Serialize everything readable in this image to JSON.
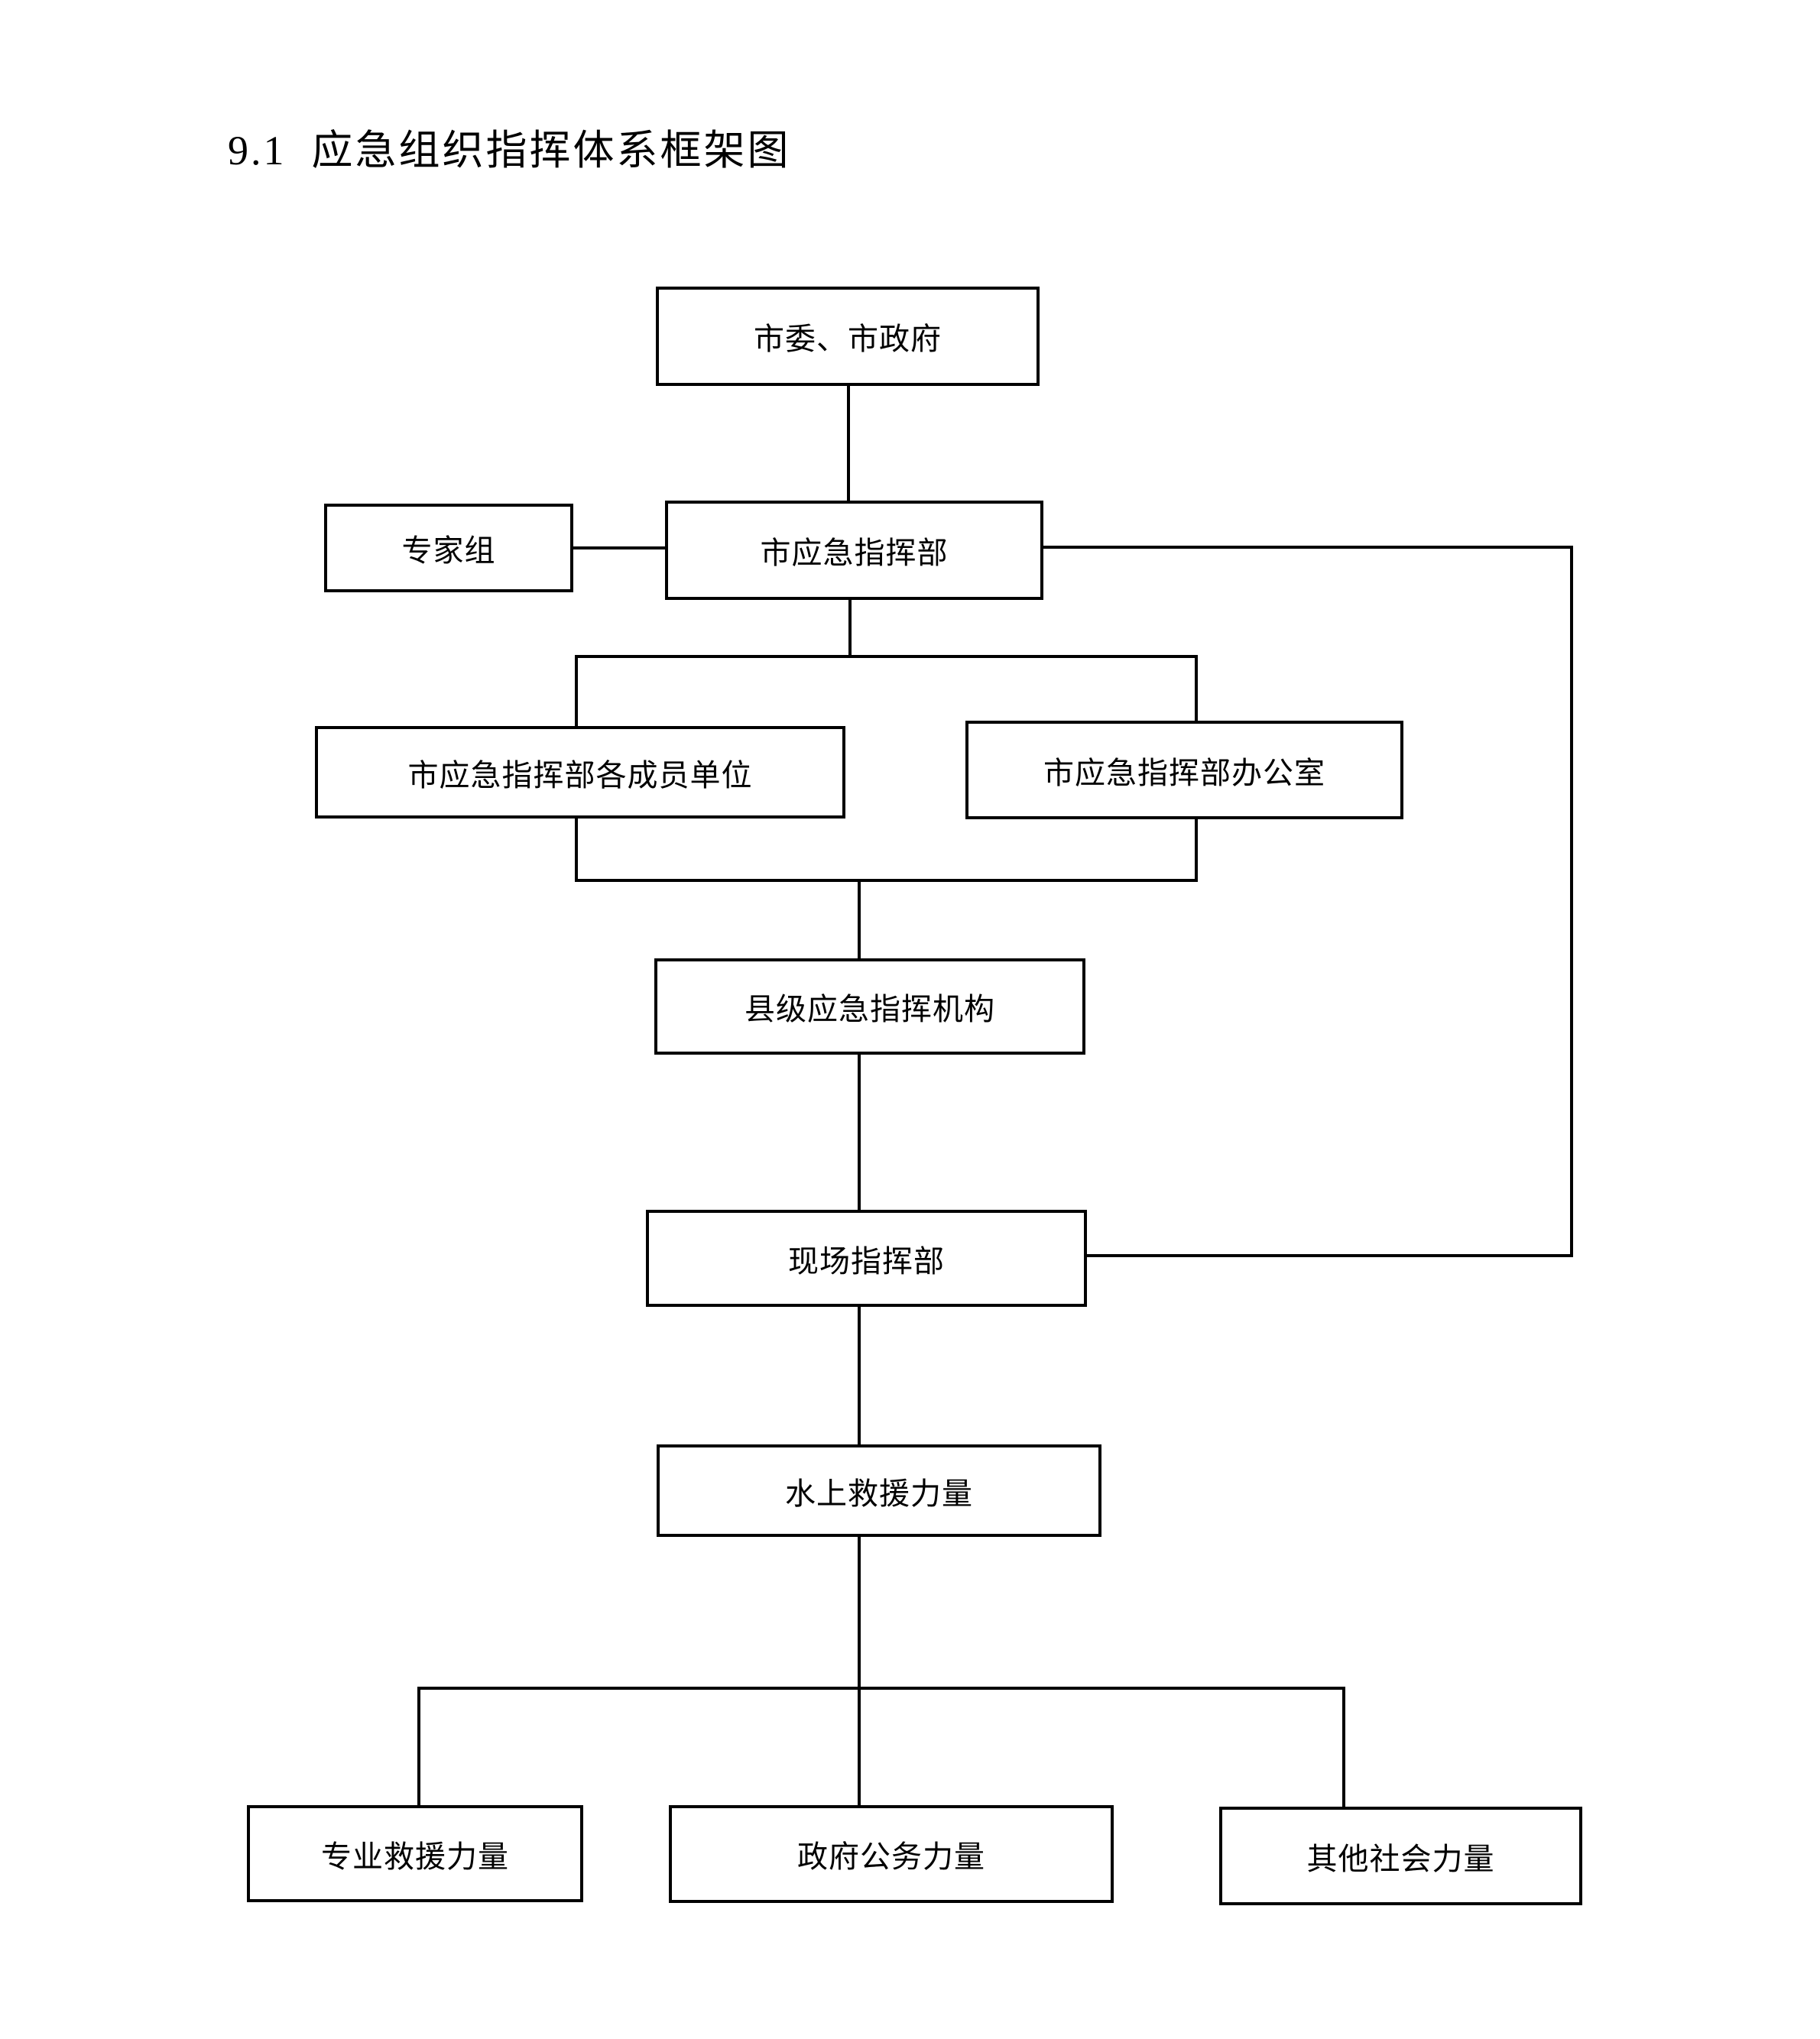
{
  "page": {
    "title": "9.1  应急组织指挥体系框架图"
  },
  "diagram": {
    "nodes": {
      "city_gov": "市委、市政府",
      "expert_group": "专家组",
      "city_command": "市应急指挥部",
      "member_units": "市应急指挥部各成员单位",
      "command_office": "市应急指挥部办公室",
      "county_command": "县级应急指挥机构",
      "onsite_command": "现场指挥部",
      "water_rescue": "水上救援力量",
      "professional_rescue": "专业救援力量",
      "government_force": "政府公务力量",
      "other_social_force": "其他社会力量"
    },
    "edges": [
      {
        "from": "市委、市政府",
        "to": "市应急指挥部"
      },
      {
        "from": "专家组",
        "to": "市应急指挥部"
      },
      {
        "from": "市应急指挥部",
        "to": "市应急指挥部各成员单位"
      },
      {
        "from": "市应急指挥部",
        "to": "市应急指挥部办公室"
      },
      {
        "from": "市应急指挥部各成员单位",
        "to": "县级应急指挥机构"
      },
      {
        "from": "市应急指挥部办公室",
        "to": "县级应急指挥机构"
      },
      {
        "from": "市应急指挥部",
        "to": "现场指挥部"
      },
      {
        "from": "县级应急指挥机构",
        "to": "现场指挥部"
      },
      {
        "from": "现场指挥部",
        "to": "水上救援力量"
      },
      {
        "from": "水上救援力量",
        "to": "专业救援力量"
      },
      {
        "from": "水上救援力量",
        "to": "政府公务力量"
      },
      {
        "from": "水上救援力量",
        "to": "其他社会力量"
      }
    ],
    "colors": {
      "line": "#000000",
      "text": "#000000",
      "background": "#ffffff"
    }
  }
}
